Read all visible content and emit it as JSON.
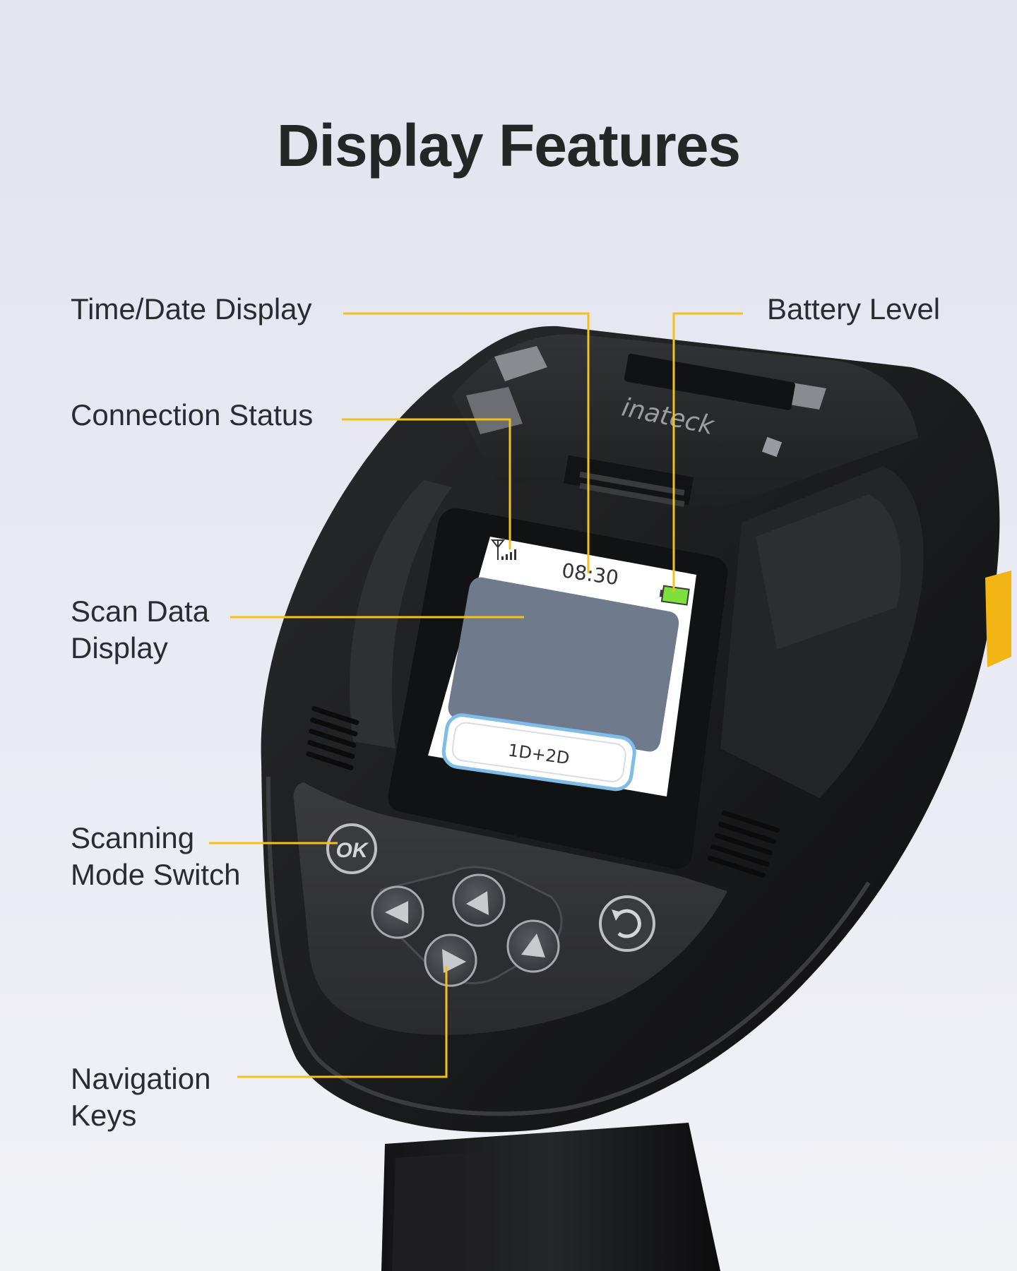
{
  "title": "Display Features",
  "callouts": {
    "time_date": "Time/Date Display",
    "connection": "Connection Status",
    "scan_data_line1": "Scan Data",
    "scan_data_line2": "Display",
    "scanning_mode_line1": "Scanning",
    "scanning_mode_line2": "Mode Switch",
    "navigation_line1": "Navigation",
    "navigation_line2": "Keys",
    "battery": "Battery Level"
  },
  "screen": {
    "time": "08:30",
    "mode": "1D+2D"
  },
  "keys": {
    "ok": "OK"
  },
  "brand": "inateck",
  "colors": {
    "leader_line": "#f2c21b",
    "battery_fill": "#7ee03a",
    "device_body": "#1a1b1d",
    "scan_area": "#6f7a8d",
    "mode_outline": "#7fbde8",
    "trigger_accent": "#f2b514"
  }
}
